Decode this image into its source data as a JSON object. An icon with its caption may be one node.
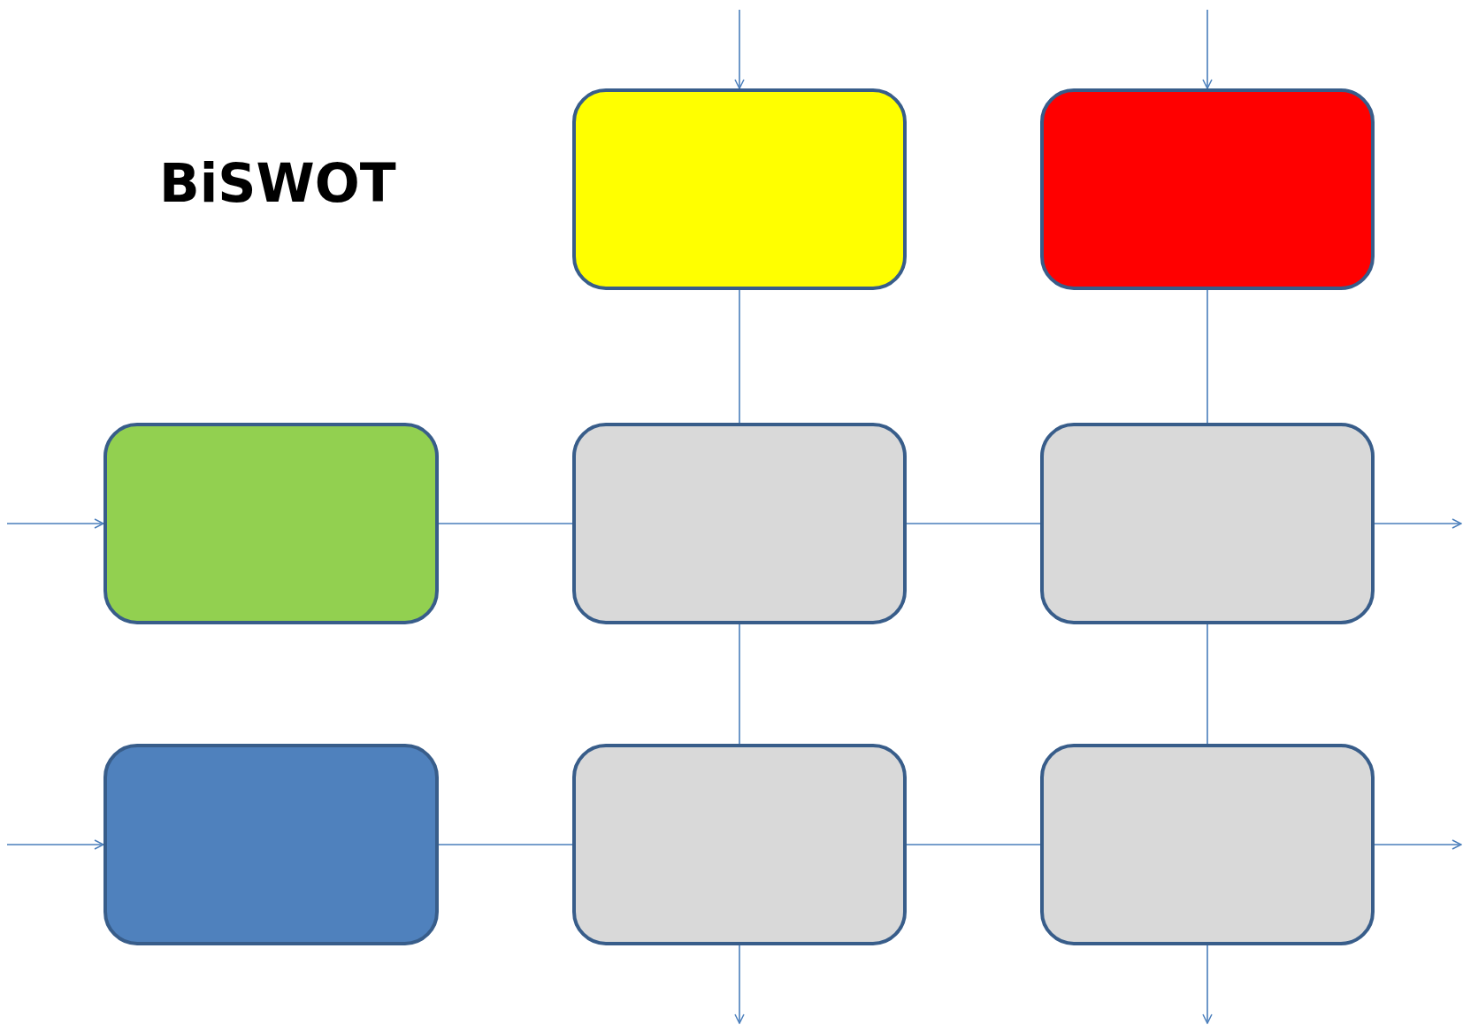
{
  "diagram": {
    "title": "BiSWOT",
    "nodes": [
      {
        "text": [],
        "shape": "box"
      },
      {
        "text": [],
        "shape": "box"
      },
      {
        "text": [],
        "shape": "box"
      },
      {
        "text": [],
        "shape": "box"
      },
      {
        "text": [],
        "shape": "box"
      },
      {
        "text": [],
        "shape": "box"
      },
      {
        "text": [],
        "shape": "box"
      },
      {
        "text": [],
        "shape": "box"
      }
    ],
    "edges": [
      {
        "from": null,
        "to": 0,
        "arrow": "to"
      },
      {
        "from": null,
        "to": 1,
        "arrow": "to"
      },
      {
        "from": 0,
        "to": 3,
        "arrow": "none"
      },
      {
        "from": 1,
        "to": 4,
        "arrow": "none"
      },
      {
        "from": null,
        "to": 2,
        "arrow": "to"
      },
      {
        "from": 2,
        "to": 3,
        "arrow": "none"
      },
      {
        "from": 3,
        "to": 4,
        "arrow": "none"
      },
      {
        "from": 4,
        "to": null,
        "arrow": "to"
      },
      {
        "from": 3,
        "to": 6,
        "arrow": "none"
      },
      {
        "from": 4,
        "to": 7,
        "arrow": "none"
      },
      {
        "from": null,
        "to": 5,
        "arrow": "to"
      },
      {
        "from": 5,
        "to": 6,
        "arrow": "none"
      },
      {
        "from": 6,
        "to": 7,
        "arrow": "none"
      },
      {
        "from": 7,
        "to": null,
        "arrow": "to"
      },
      {
        "from": 6,
        "to": null,
        "arrow": "to"
      },
      {
        "from": 7,
        "to": null,
        "arrow": "to"
      }
    ]
  }
}
